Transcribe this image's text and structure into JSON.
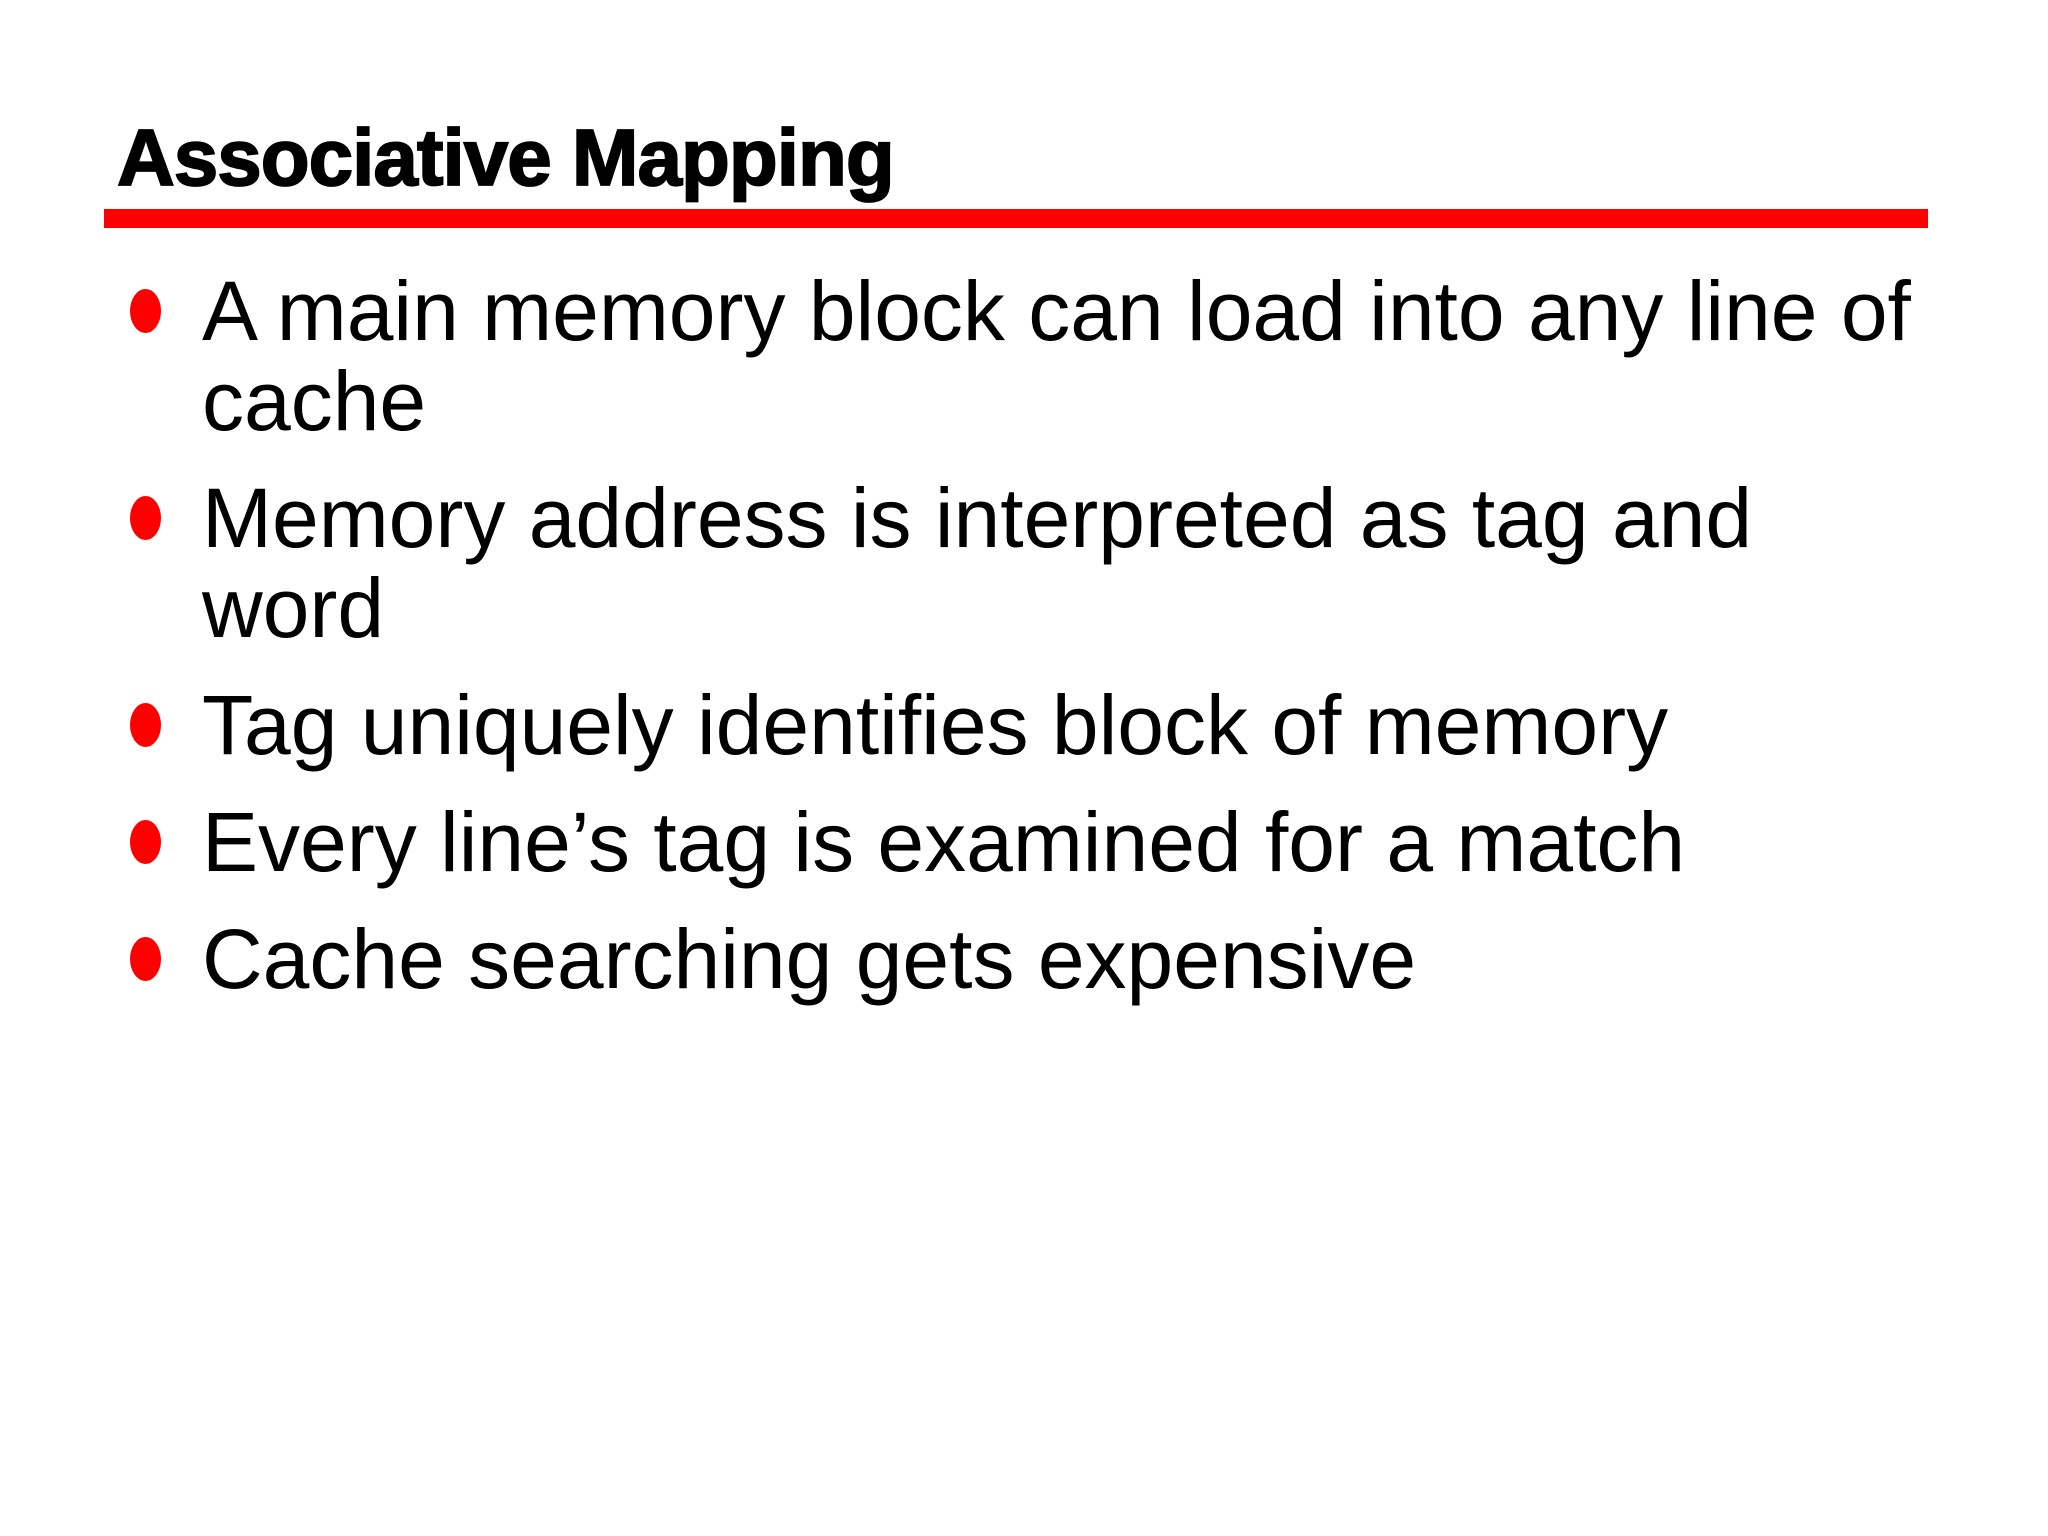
{
  "slide": {
    "title": "Associative Mapping",
    "accent_color": "#FF0000",
    "text_color": "#000000",
    "background_color": "#FFFFFF",
    "bullets": [
      {
        "text": "A main memory block can load into any line of cache"
      },
      {
        "text": "Memory address is interpreted as tag and word"
      },
      {
        "text": "Tag uniquely identifies block of memory"
      },
      {
        "text": "Every line’s tag is examined for a match"
      },
      {
        "text": "Cache searching gets expensive"
      }
    ]
  }
}
